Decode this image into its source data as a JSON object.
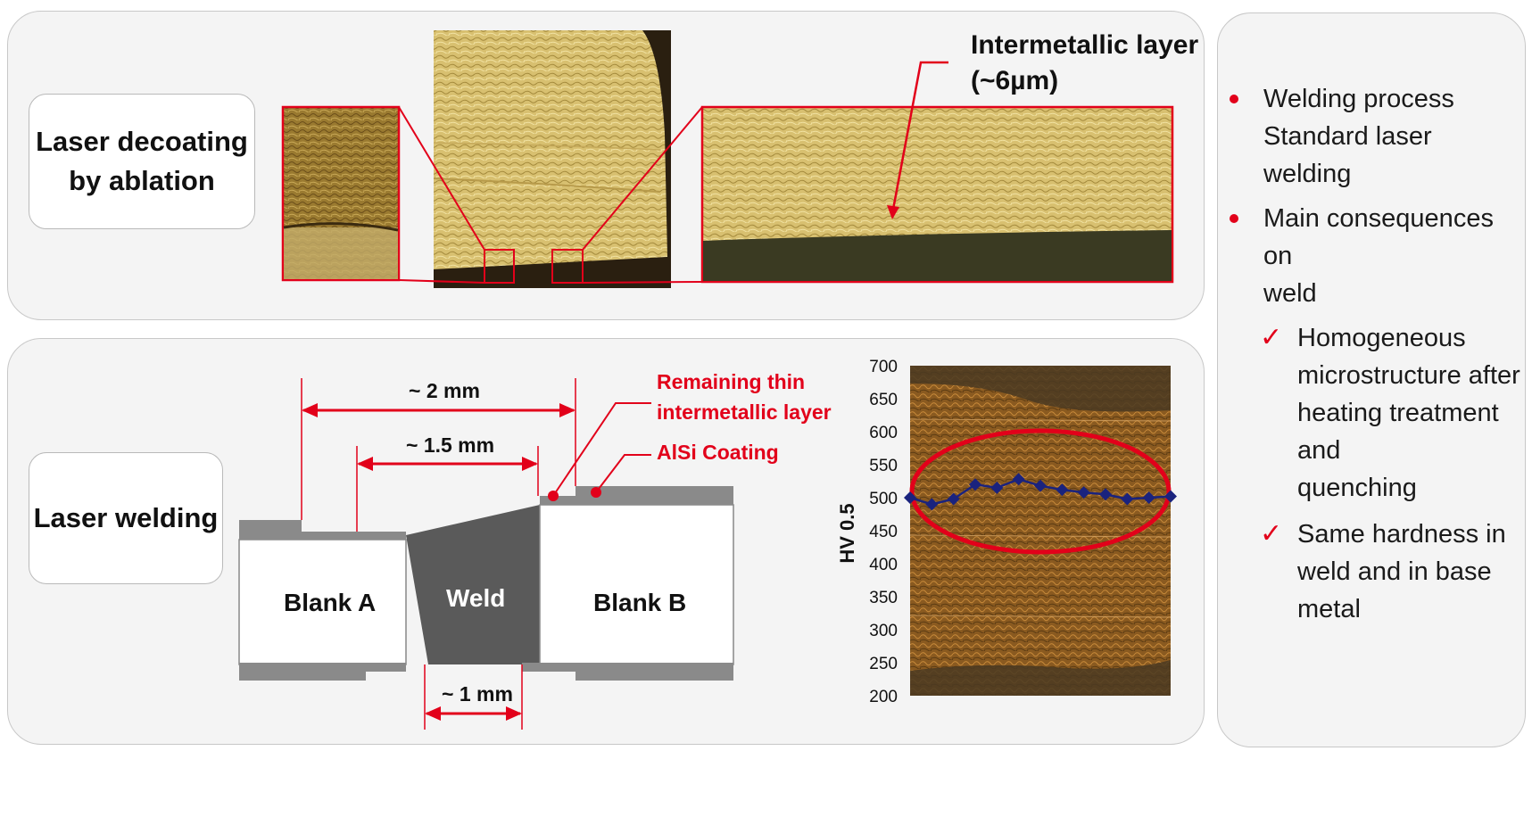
{
  "top_panel": {
    "label_line1": "Laser decoating",
    "label_line2": "by ablation",
    "annotation_line1": "Intermetallic layer",
    "annotation_line2": "(~6µm)"
  },
  "bottom_panel": {
    "label": "Laser welding",
    "dim_2mm": "~ 2 mm",
    "dim_1_5mm": "~ 1.5 mm",
    "dim_1mm": "~ 1 mm",
    "remaining_line1": "Remaining thin",
    "remaining_line2": "intermetallic layer",
    "alsi_coating": "AlSi Coating",
    "blank_a": "Blank A",
    "blank_b": "Blank B",
    "weld": "Weld"
  },
  "chart_data": {
    "type": "line",
    "ylabel": "HV 0.5",
    "ylim": [
      200,
      700
    ],
    "yticks": [
      700,
      650,
      600,
      550,
      500,
      450,
      400,
      350,
      300,
      250,
      200
    ],
    "series": [
      {
        "values": [
          500,
          490,
          498,
          520,
          515,
          528,
          518,
          512,
          508,
          505,
          498,
          500,
          502
        ]
      }
    ],
    "colors": {
      "series": "#1a237e",
      "highlight": "#e2001a"
    }
  },
  "sidebar": {
    "bullets": [
      {
        "lines": [
          "Welding process",
          "Standard laser welding"
        ]
      },
      {
        "lines": [
          "Main consequences on",
          "weld"
        ]
      }
    ],
    "checks": [
      {
        "lines": [
          "Homogeneous",
          "microstructure after",
          "heating treatment and",
          "quenching"
        ]
      },
      {
        "lines": [
          "Same hardness in",
          "weld and in base",
          "metal"
        ]
      }
    ]
  },
  "colors": {
    "accent": "#e2001a",
    "panel_bg": "#f4f4f4",
    "coating": "#8a8a8a",
    "weld": "#555555"
  }
}
